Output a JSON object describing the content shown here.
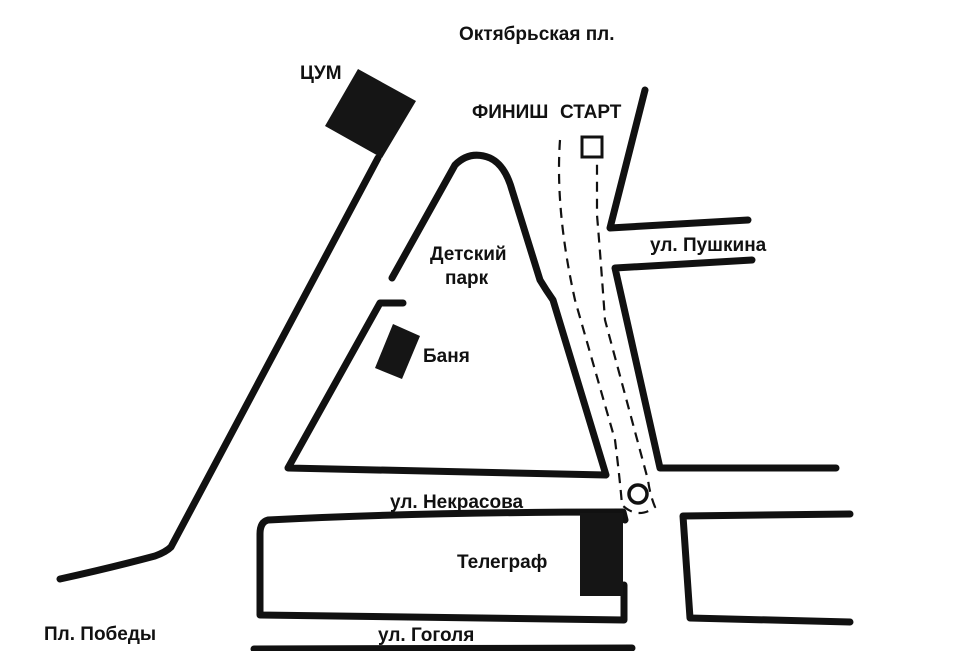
{
  "map": {
    "places": {
      "oktyabrskaya": "Октябрьская пл.",
      "tsum": "ЦУМ",
      "finish": "ФИНИШ",
      "start": "СТАРТ",
      "pushkina": "ул. Пушкина",
      "park_line1": "Детский",
      "park_line2": "парк",
      "banya": "Баня",
      "nekrasova": "ул. Некрасова",
      "telegraf": "Телеграф",
      "pobedy": "Пл. Победы",
      "gogolya": "ул. Гоголя"
    },
    "colors": {
      "ink": "#111111",
      "background": "#ffffff"
    },
    "icons": {
      "start": "square-start-marker",
      "turnaround": "circle-turnaround-marker"
    }
  }
}
